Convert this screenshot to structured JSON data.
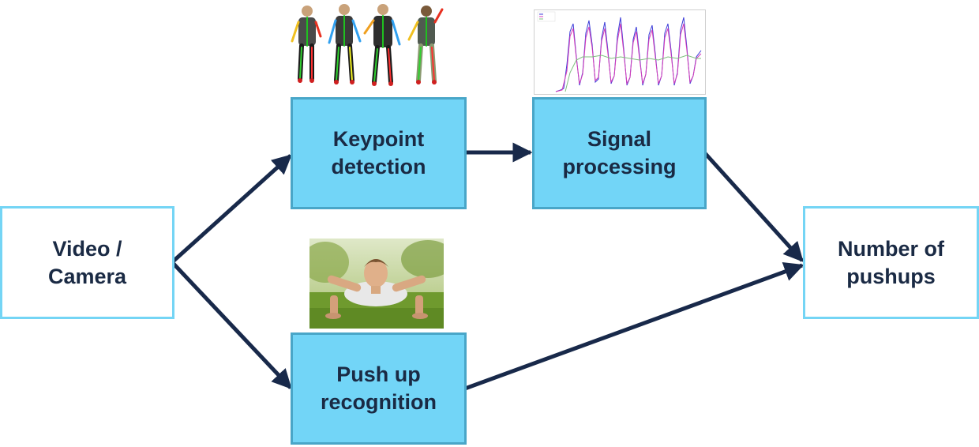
{
  "nodes": {
    "video": "Video /\nCamera",
    "keypoint": "Keypoint\ndetection",
    "signal": "Signal\nprocessing",
    "pushup": "Push up\nrecognition",
    "count": "Number of\npushups"
  },
  "colors": {
    "arrow": "#18294a",
    "box_fill": "#72d5f7",
    "box_border": "#49a6c8",
    "outline_border": "#74d5f5",
    "text": "#1a2a44",
    "plot_blue": "#3b3bd8",
    "plot_magenta": "#d63bb8",
    "plot_green": "#7fbf7f"
  }
}
